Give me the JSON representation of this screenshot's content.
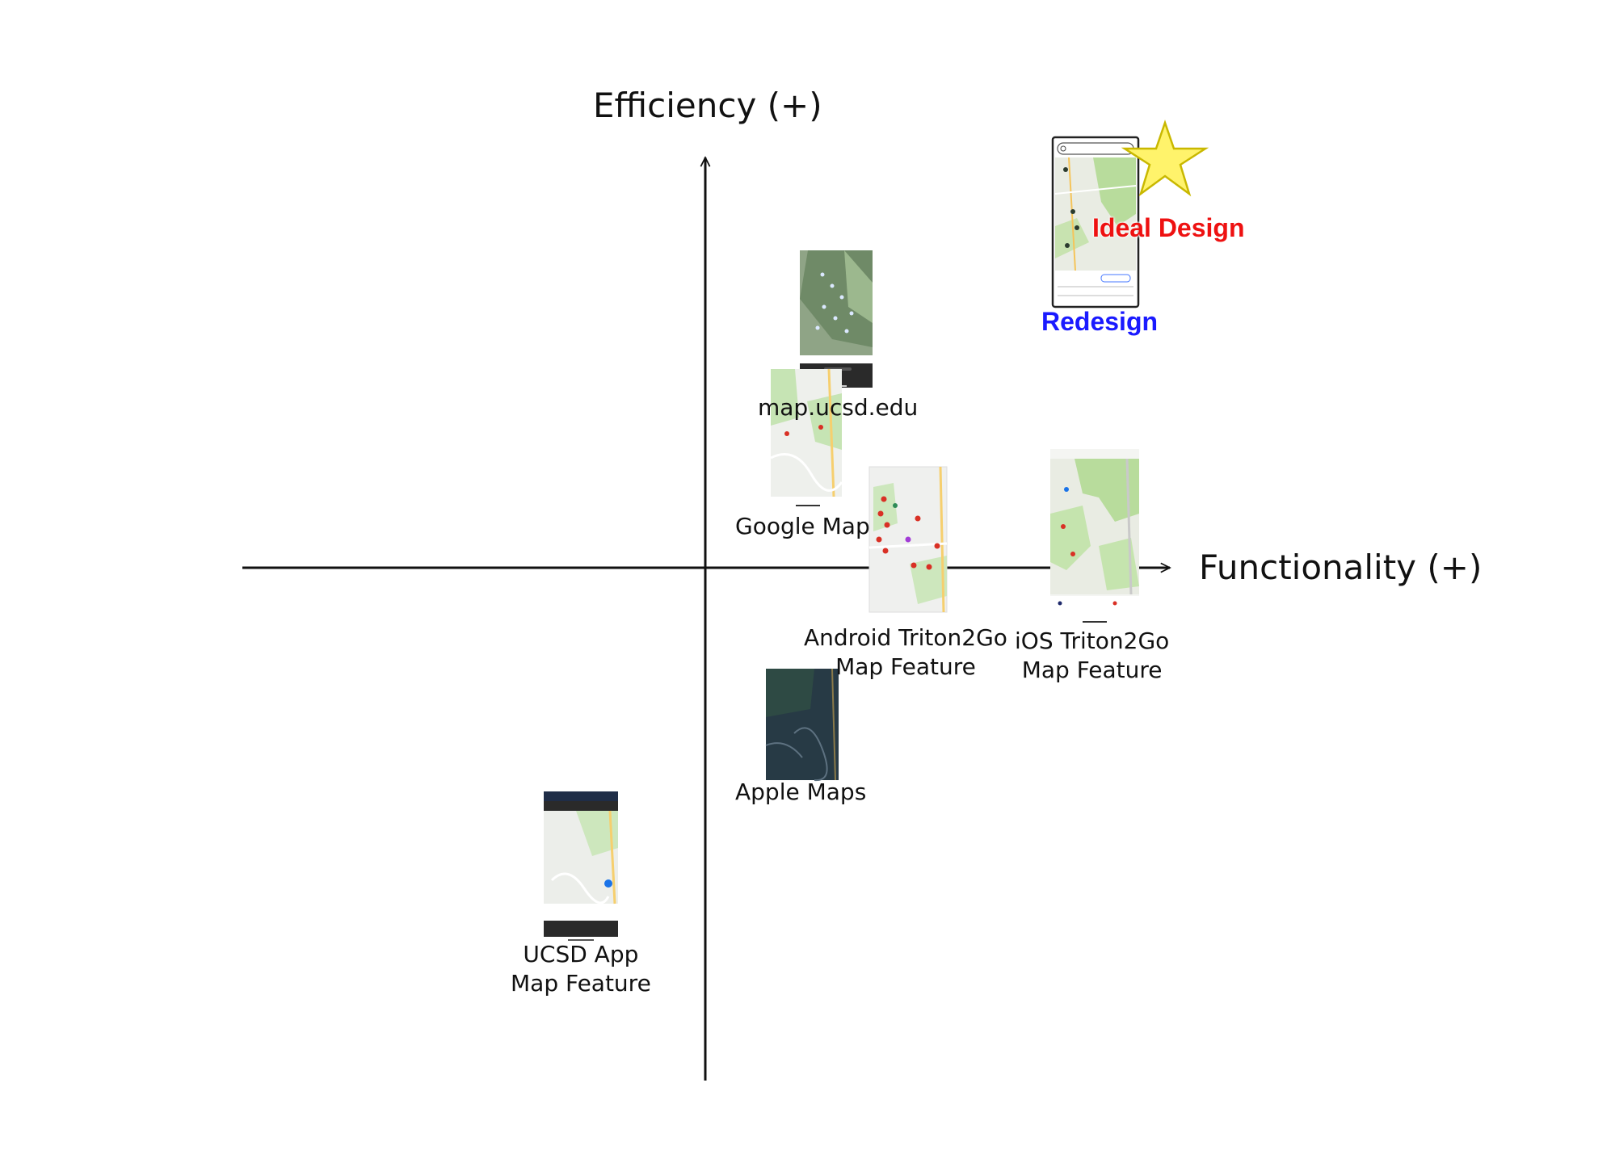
{
  "axes": {
    "y_title": "Efficiency (+)",
    "x_title": "Functionality (+)"
  },
  "items": {
    "redesign": "Redesign",
    "ideal": "Ideal Design",
    "map_ucsd": "map.ucsd.edu",
    "google_map": "Google Map",
    "android": "Android Triton2Go\nMap Feature",
    "ios": "iOS Triton2Go\nMap Feature",
    "apple": "Apple Maps",
    "ucsd_app": "UCSD App\nMap Feature"
  },
  "colors": {
    "redesign": "#1a1aff",
    "ideal": "#ee1111",
    "star_fill": "#fff36b",
    "star_stroke": "#c9b800",
    "map_land": "#e9ece3",
    "map_green": "#b8dc9c",
    "map_dark": "#273a45"
  }
}
